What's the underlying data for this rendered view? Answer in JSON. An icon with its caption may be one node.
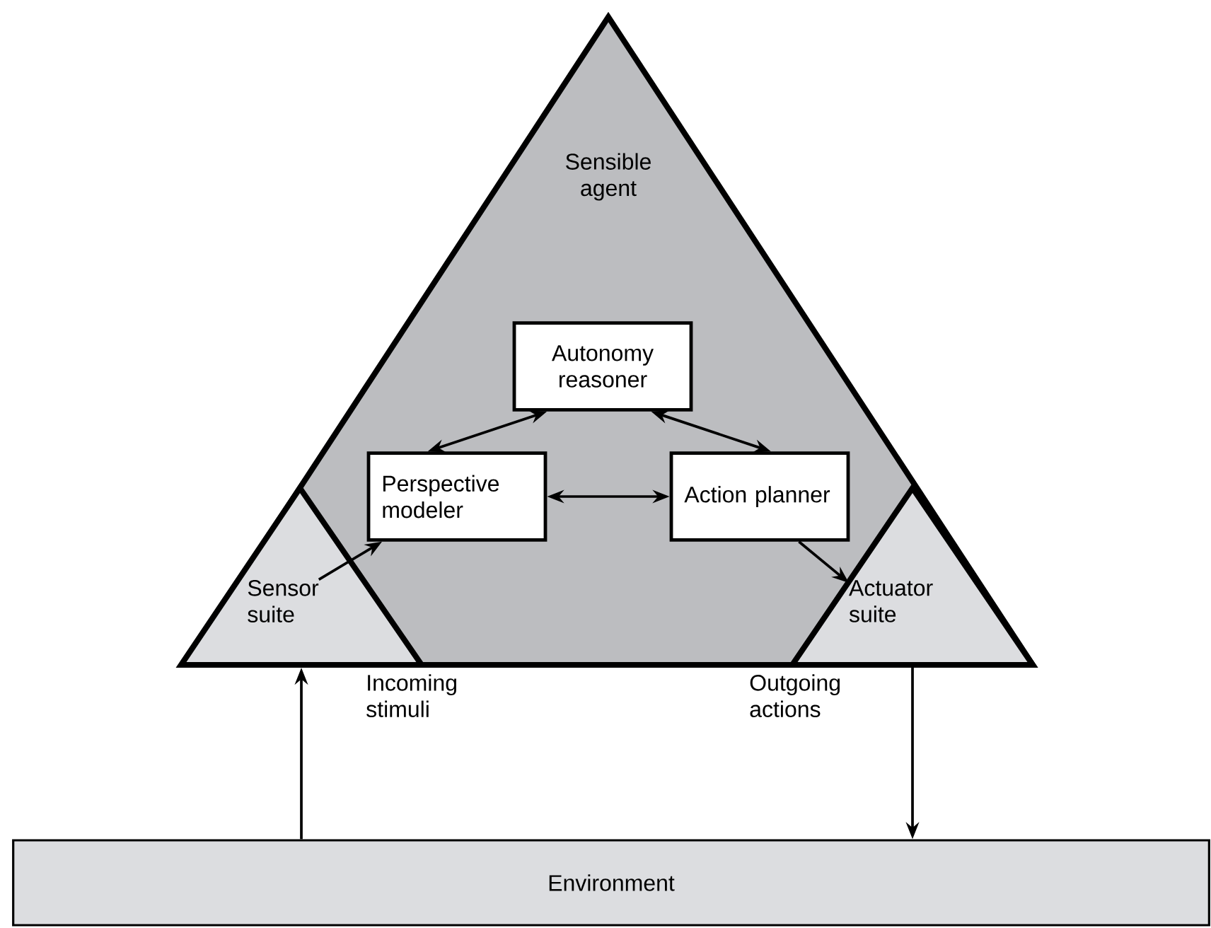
{
  "diagram": {
    "nodes": [
      {
        "text": [
          "Sensible agent"
        ]
      },
      {
        "text": [
          "Autonomy reasoner"
        ],
        "in": 0
      },
      {
        "text": [
          "Perspective modeler"
        ],
        "in": 0
      },
      {
        "text": [
          "Action planner"
        ],
        "in": 0
      },
      {
        "text": [
          "Sensor suite"
        ],
        "in": 0
      },
      {
        "text": [
          "Actuator suite"
        ],
        "in": 0
      },
      {
        "text": [
          "Environment"
        ]
      }
    ],
    "edges": [
      {
        "from": 1,
        "to": 2,
        "arrow": "both"
      },
      {
        "from": 1,
        "to": 3,
        "arrow": "both"
      },
      {
        "from": 2,
        "to": 3,
        "arrow": "both"
      },
      {
        "from": 4,
        "to": 2,
        "arrow": "to"
      },
      {
        "from": 3,
        "to": 5,
        "arrow": "to"
      },
      {
        "from": 6,
        "to": 4,
        "arrow": "to",
        "label": "Incoming stimuli"
      },
      {
        "from": 5,
        "to": 6,
        "arrow": "to",
        "label": "Outgoing actions"
      }
    ]
  }
}
